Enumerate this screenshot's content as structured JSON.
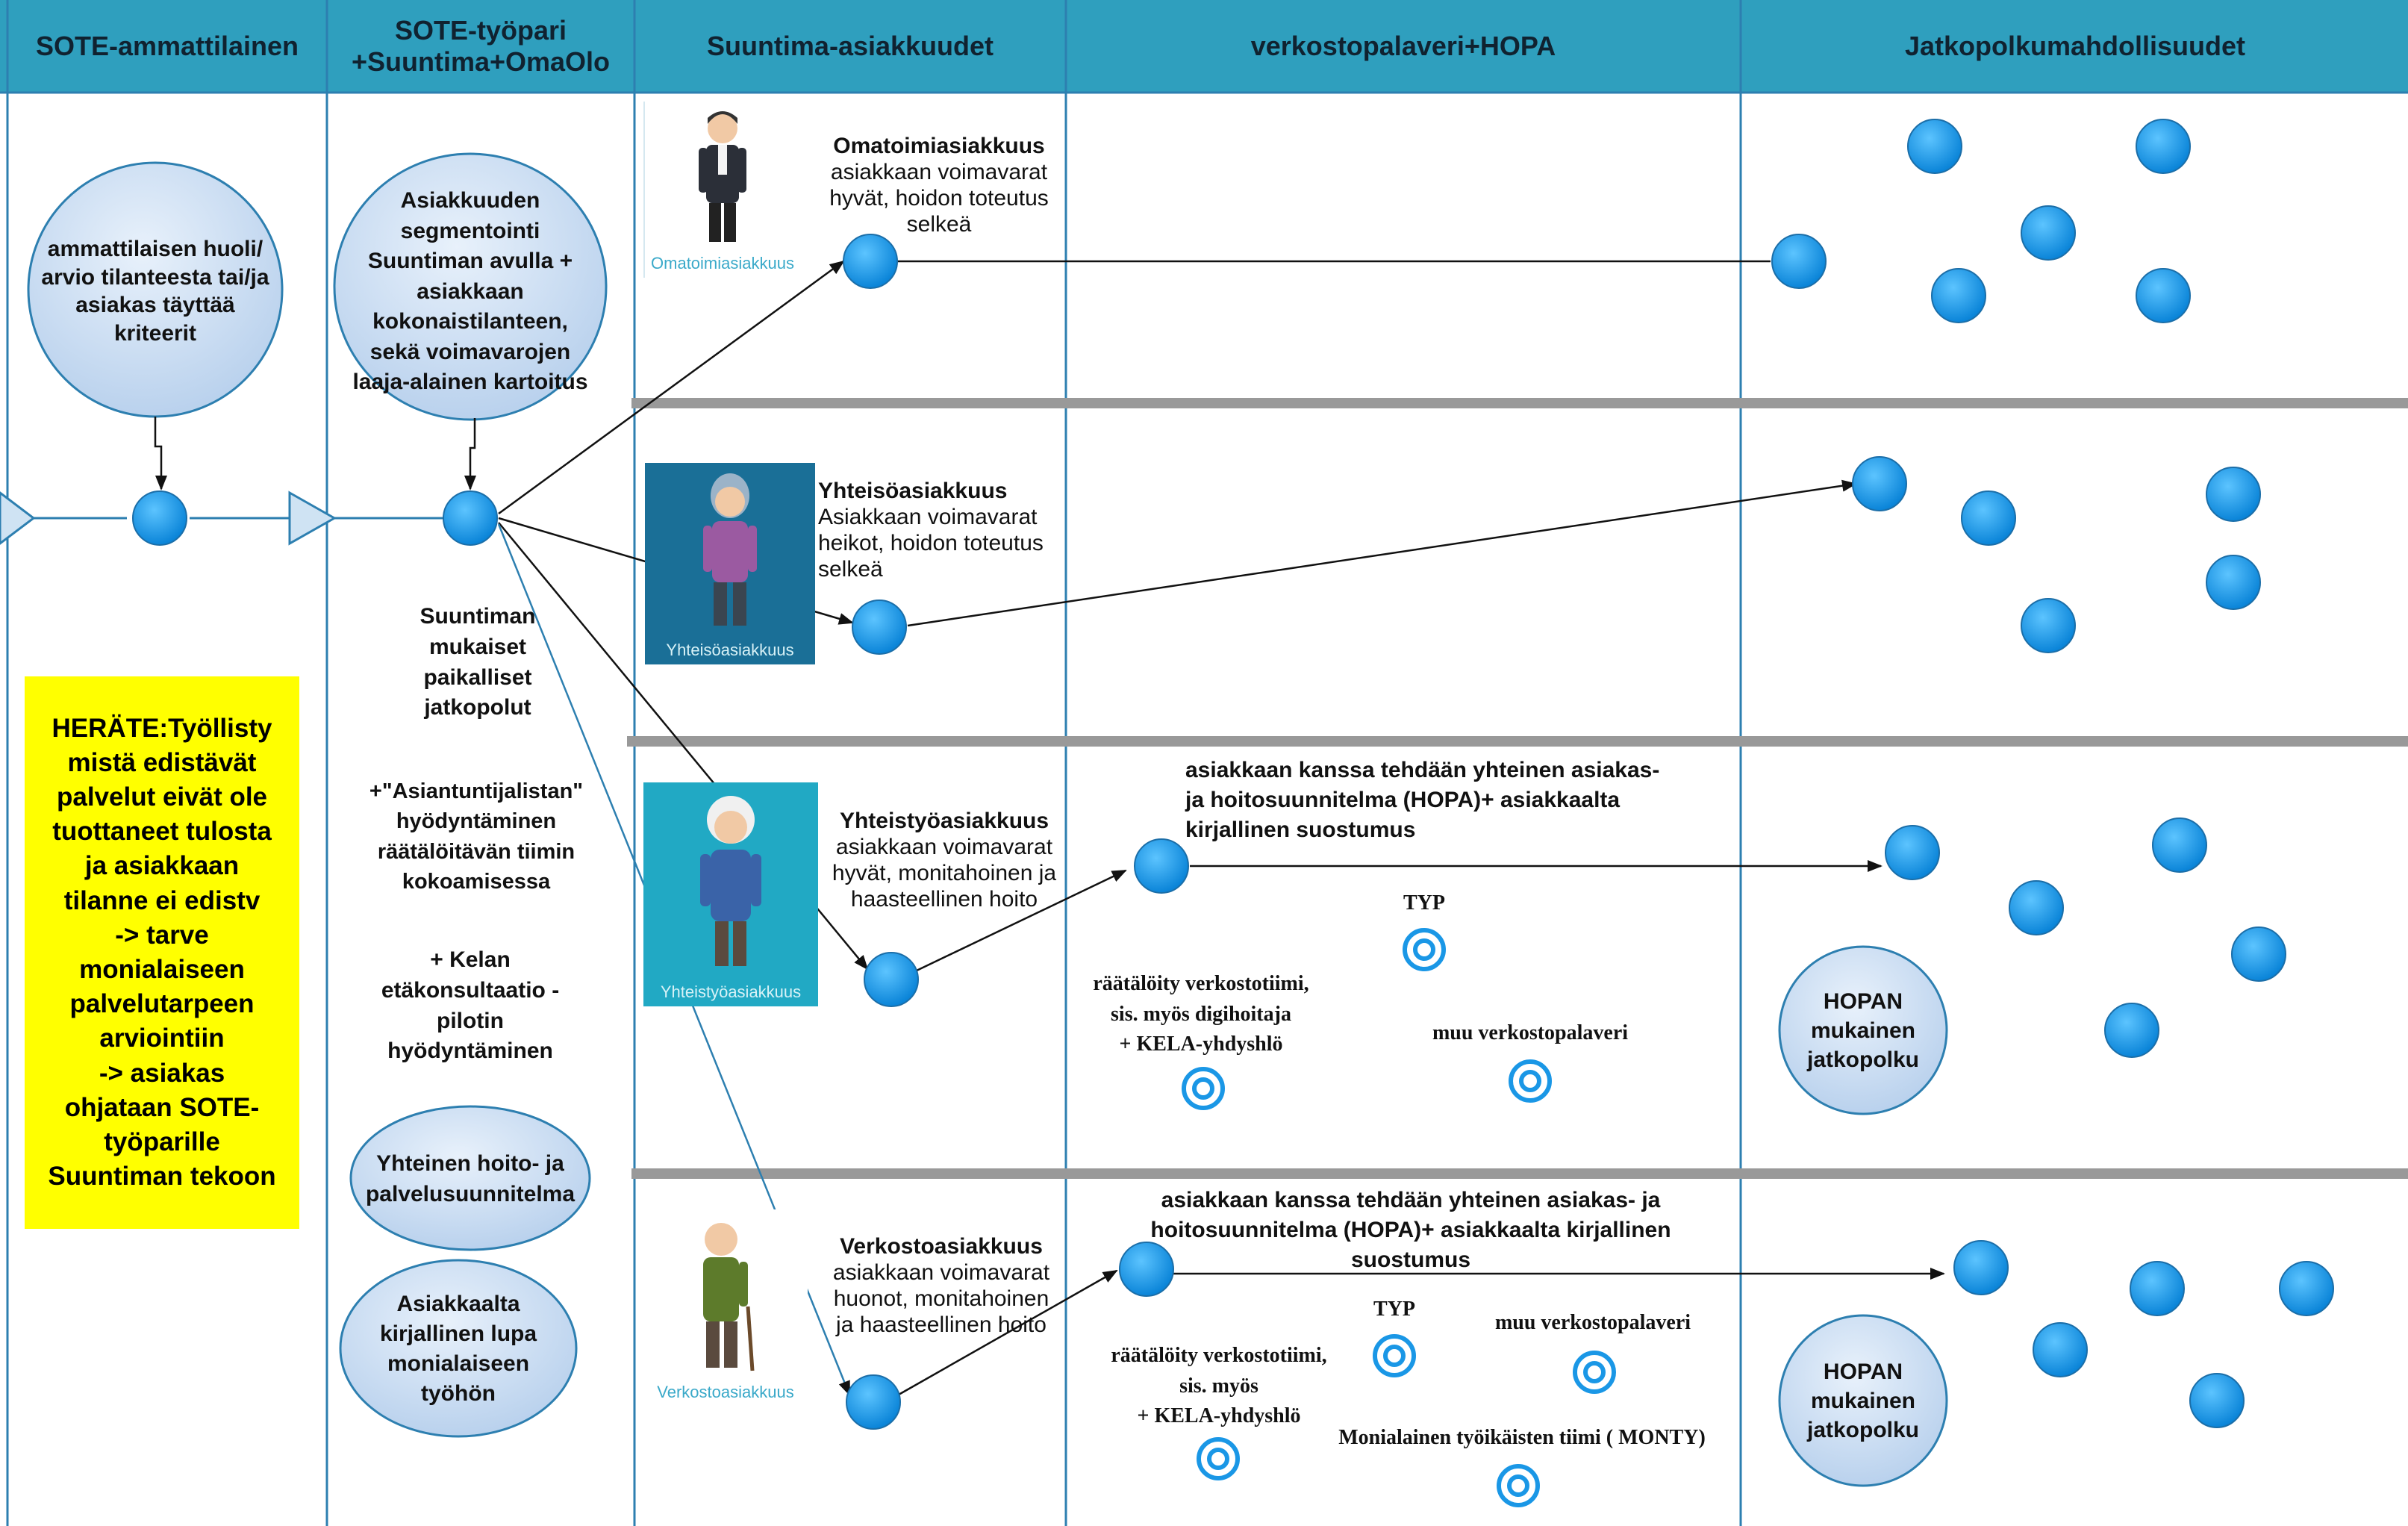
{
  "colors": {
    "header_bg": "#2f9fbe",
    "lane_line": "#2d7fb0",
    "separator": "#999999",
    "node": "#1a97e6",
    "highlight": "#ffff00",
    "bubble_fill": "#cfe1f4"
  },
  "lanes": [
    {
      "label": "SOTE-ammattilainen"
    },
    {
      "label": "SOTE-työpari\n+Suuntima+OmaOlo"
    },
    {
      "label": "Suuntima-asiakkuudet"
    },
    {
      "label": "verkostopalaveri+HOPA"
    },
    {
      "label": "Jatkopolkumahdollisuudet"
    }
  ],
  "lane1": {
    "concern_bubble": "ammattilaisen huoli/\narvio tilanteesta tai/ja\nasiakas täyttää\nkriteerit",
    "trigger_note": "HERÄTE:Työllisty\nmistä edistävät\npalvelut eivät ole\ntuottaneet tulosta\nja asiakkaan\ntilanne ei edistv\n-> tarve\nmonialaiseen\npalvelutarpeen\narviointiin\n-> asiakas\nohjataan SOTE-\ntyöparille\nSuuntiman tekoon"
  },
  "lane2": {
    "segmentation_bubble": "Asiakkuuden\nsegmentointi\nSuuntiman avulla +\nasiakkaan\nkokonaistilanteen,\nsekä voimavarojen\nlaaja-alainen kartoitus",
    "local_paths": "Suuntiman\nmukaiset\npaikalliset\njatkopolut",
    "experts": "+\"Asiantuntijalistan\"\nhyödyntäminen\nräätälöitävän tiimin\nkokoamisessa",
    "kela": "+ Kelan\netäkonsultaatio -\npilotin\nhyödyntäminen",
    "plan_bubble": "Yhteinen hoito- ja\npalvelusuunnitelma",
    "consent_bubble": "Asiakkaalta\nkirjallinen lupa\nmonialaiseen\ntyöhön"
  },
  "segments": [
    {
      "id": "omatoimi",
      "title": "Omatoimiasiakkuus",
      "desc": "asiakkaan voimavarat\nhyvät, hoidon toteutus\nselkeä",
      "icon": "person-suit-icon",
      "caption": "Omatoimiasiakkuus"
    },
    {
      "id": "yhteiso",
      "title": "Yhteisöasiakkuus",
      "desc": "Asiakkaan voimavarat\nheikot, hoidon toteutus\nselkeä",
      "icon": "person-elderly-icon",
      "caption": "Yhteisöasiakkuus"
    },
    {
      "id": "yhteistyo",
      "title": "Yhteistyöasiakkuus",
      "desc": "asiakkaan voimavarat\nhyvät, monitahoinen ja\nhaasteellinen hoito",
      "icon": "person-grandmother-icon",
      "caption": "Yhteistyöasiakkuus"
    },
    {
      "id": "verkosto",
      "title": "Verkostoasiakkuus",
      "desc": "asiakkaan voimavarat\nhuonot, monitahoinen\nja haasteellinen hoito",
      "icon": "person-cane-icon",
      "caption": "Verkostoasiakkuus"
    }
  ],
  "network": {
    "yhteistyo": {
      "plan_text": "asiakkaan kanssa tehdään yhteinen asiakas-\nja hoitosuunnitelma (HOPA)+ asiakkaalta\nkirjallinen suostumus",
      "team": "räätälöity verkostotiimi,\nsis. myös digihoitaja\n+ KELA-yhdyshlö",
      "typ": "TYP",
      "other": "muu verkostopalaveri"
    },
    "verkosto": {
      "plan_text": "asiakkaan kanssa tehdään yhteinen asiakas- ja\nhoitosuunnitelma (HOPA)+ asiakkaalta kirjallinen\nsuostumus",
      "team": "räätälöity verkostotiimi,\nsis. myös\n+ KELA-yhdyshlö",
      "typ": "TYP",
      "other": "muu verkostopalaveri",
      "monty": "Monialainen työikäisten tiimi ( MONTY)"
    }
  },
  "pathways": {
    "hopa_bubble": "HOPAN\nmukainen\njatkopolku"
  }
}
